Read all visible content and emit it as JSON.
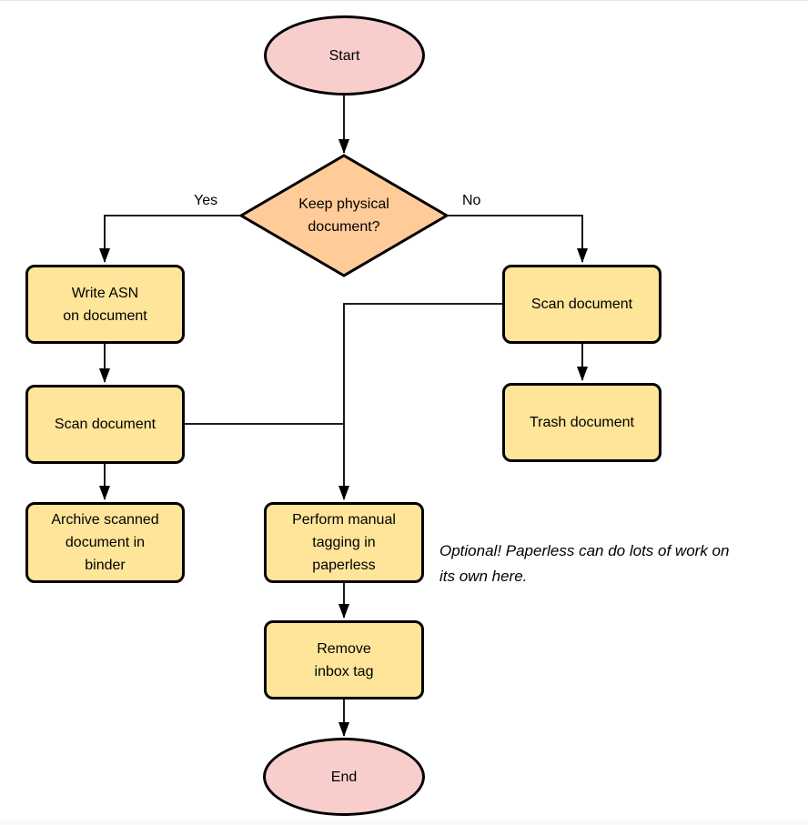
{
  "colors": {
    "background": "#ffffff",
    "stroke": "#000000",
    "process_fill": "#ffe599",
    "decision_fill": "#ffcc99",
    "terminator_fill": "#f8cecc"
  },
  "nodes": {
    "start": {
      "lines": [
        "Start"
      ]
    },
    "decision": {
      "lines": [
        "Keep physical",
        "document?"
      ]
    },
    "write_asn": {
      "lines": [
        "Write ASN",
        "on document"
      ]
    },
    "scan_left": {
      "lines": [
        "Scan document"
      ]
    },
    "archive": {
      "lines": [
        "Archive scanned",
        "document in",
        "binder"
      ]
    },
    "scan_right": {
      "lines": [
        "Scan document"
      ]
    },
    "trash": {
      "lines": [
        "Trash document"
      ]
    },
    "tagging": {
      "lines": [
        "Perform manual",
        "tagging in",
        "paperless"
      ]
    },
    "remove_inbox": {
      "lines": [
        "Remove",
        "inbox tag"
      ]
    },
    "end": {
      "lines": [
        "End"
      ]
    }
  },
  "edge_labels": {
    "yes": "Yes",
    "no": "No"
  },
  "annotation": {
    "lines": [
      "Optional! Paperless can do lots of work on",
      "its own here."
    ]
  }
}
